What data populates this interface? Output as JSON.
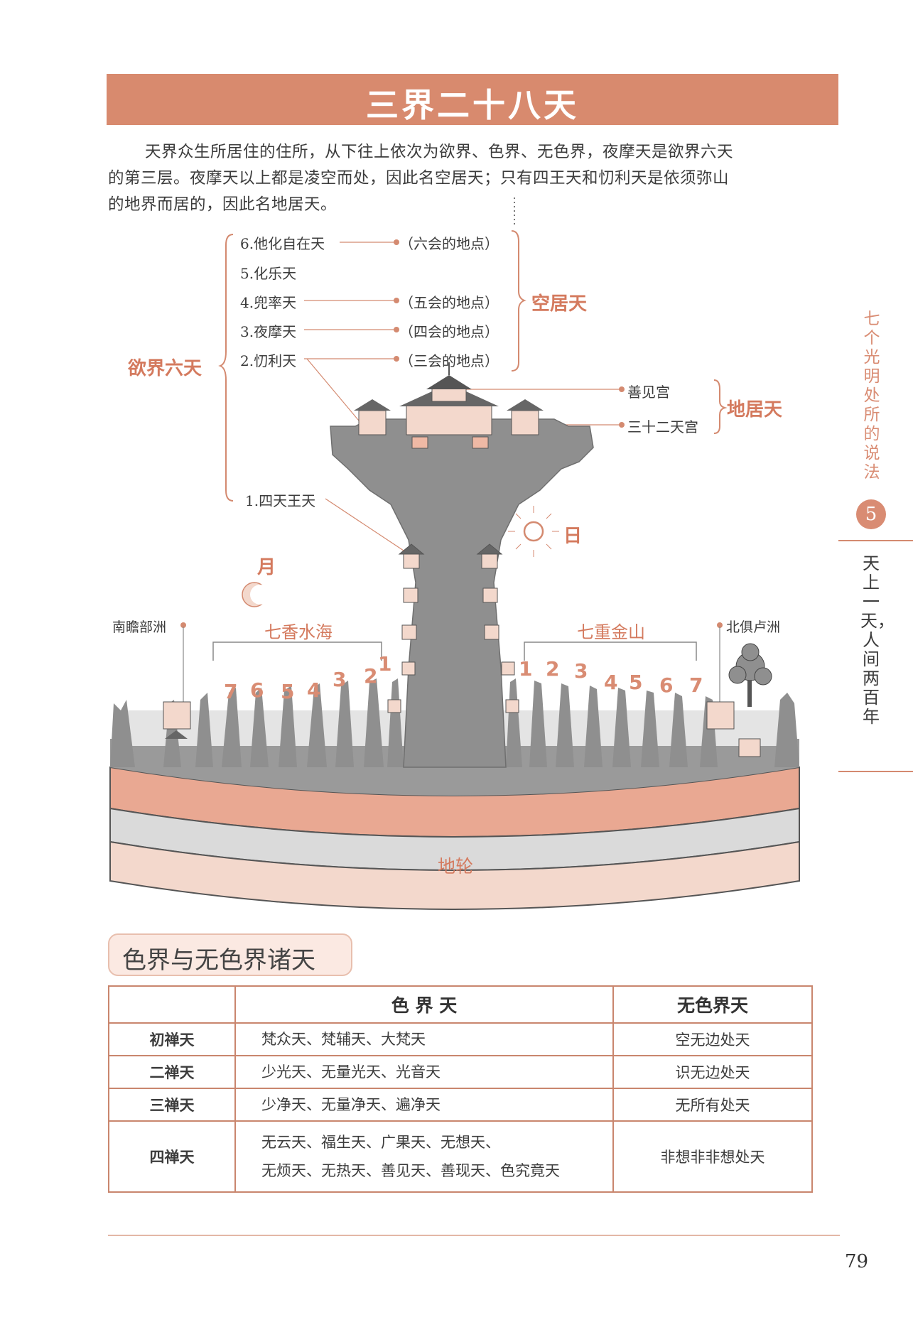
{
  "title": "三界二十八天",
  "intro_lines": [
    "天界众生所居住的住所，从下往上依次为欲界、色界、无色界，夜摩天是欲界六天",
    "的第三层。夜摩天以上都是凌空而处，因此名空居天；只有四王天和忉利天是依须弥山",
    "的地界而居的，因此名地居天。"
  ],
  "diagram": {
    "heavens": {
      "h6": "6.他化自在天",
      "h5": "5.化乐天",
      "h4": "4.兜率天",
      "h3": "3.夜摩天",
      "h2": "2.忉利天",
      "h1": "1.四天王天"
    },
    "sites": {
      "s6": "（六会的地点）",
      "s5": "（五会的地点）",
      "s4": "（四会的地点）",
      "s3": "（三会的地点）"
    },
    "group_labels": {
      "desire": "欲界六天",
      "sky": "空居天",
      "earth": "地居天"
    },
    "palaces": {
      "p1": "善见宫",
      "p2": "三十二天宫"
    },
    "sun": "日",
    "moon": "月",
    "left_continent": "南瞻部洲",
    "right_continent": "北俱卢洲",
    "seas_label": "七香水海",
    "mountains_label": "七重金山",
    "left_numbers": [
      "7",
      "6",
      "5",
      "4",
      "3",
      "2",
      "1"
    ],
    "right_numbers": [
      "1",
      "2",
      "3",
      "4",
      "5",
      "6",
      "7"
    ],
    "ground": "地轮"
  },
  "side": {
    "chapter_title": "七个光明处所的说法",
    "chapter_number": "5",
    "section_title": "天上一天，人间两百年"
  },
  "section_heading": "色界与无色界诸天",
  "table": {
    "headers": [
      "",
      "色 界 天",
      "无色界天"
    ],
    "rows": [
      {
        "label": "初禅天",
        "form": [
          "梵众天、梵辅天、大梵天"
        ],
        "formless": "空无边处天"
      },
      {
        "label": "二禅天",
        "form": [
          "少光天、无量光天、光音天"
        ],
        "formless": "识无边处天"
      },
      {
        "label": "三禅天",
        "form": [
          "少净天、无量净天、遍净天"
        ],
        "formless": "无所有处天"
      },
      {
        "label": "四禅天",
        "form": [
          "无云天、福生天、广果天、无想天、",
          "无烦天、无热天、善见天、善现天、色究竟天"
        ],
        "formless": "非想非非想处天"
      }
    ]
  },
  "page_number": "79",
  "colors": {
    "accent": "#d88a6e",
    "mountain": "#8f8f8f",
    "band_salmon": "#e9a892",
    "band_grey": "#d6d6d6",
    "band_pink": "#f3d8cc"
  }
}
